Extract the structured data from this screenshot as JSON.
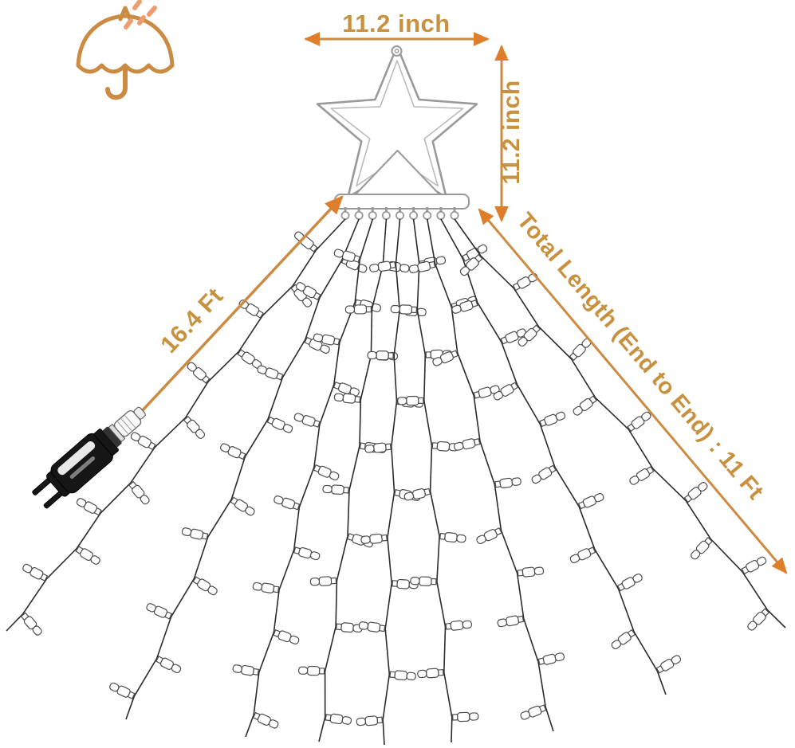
{
  "labels": {
    "star_width": "11.2 inch",
    "star_height": "11.2 inch",
    "lead_wire": "16.4 Ft",
    "total_length": "Total Length (End to End) : 11 Ft"
  },
  "icons": {
    "umbrella": "waterproof-umbrella-icon",
    "star": "star-topper-outline",
    "plug": "power-plug"
  },
  "colors": {
    "accent": "#CC8B42",
    "accent_text": "#C8913F",
    "arrowhead": "#DE7E2B",
    "rain_drops": "#EC9E73",
    "wire": "#2B2B2B",
    "star_outline": "#999999",
    "bulb_outline": "#4D4D4D",
    "background": "#FFFFFF"
  },
  "lights": {
    "strand_count": 9,
    "connector_count": 9
  }
}
